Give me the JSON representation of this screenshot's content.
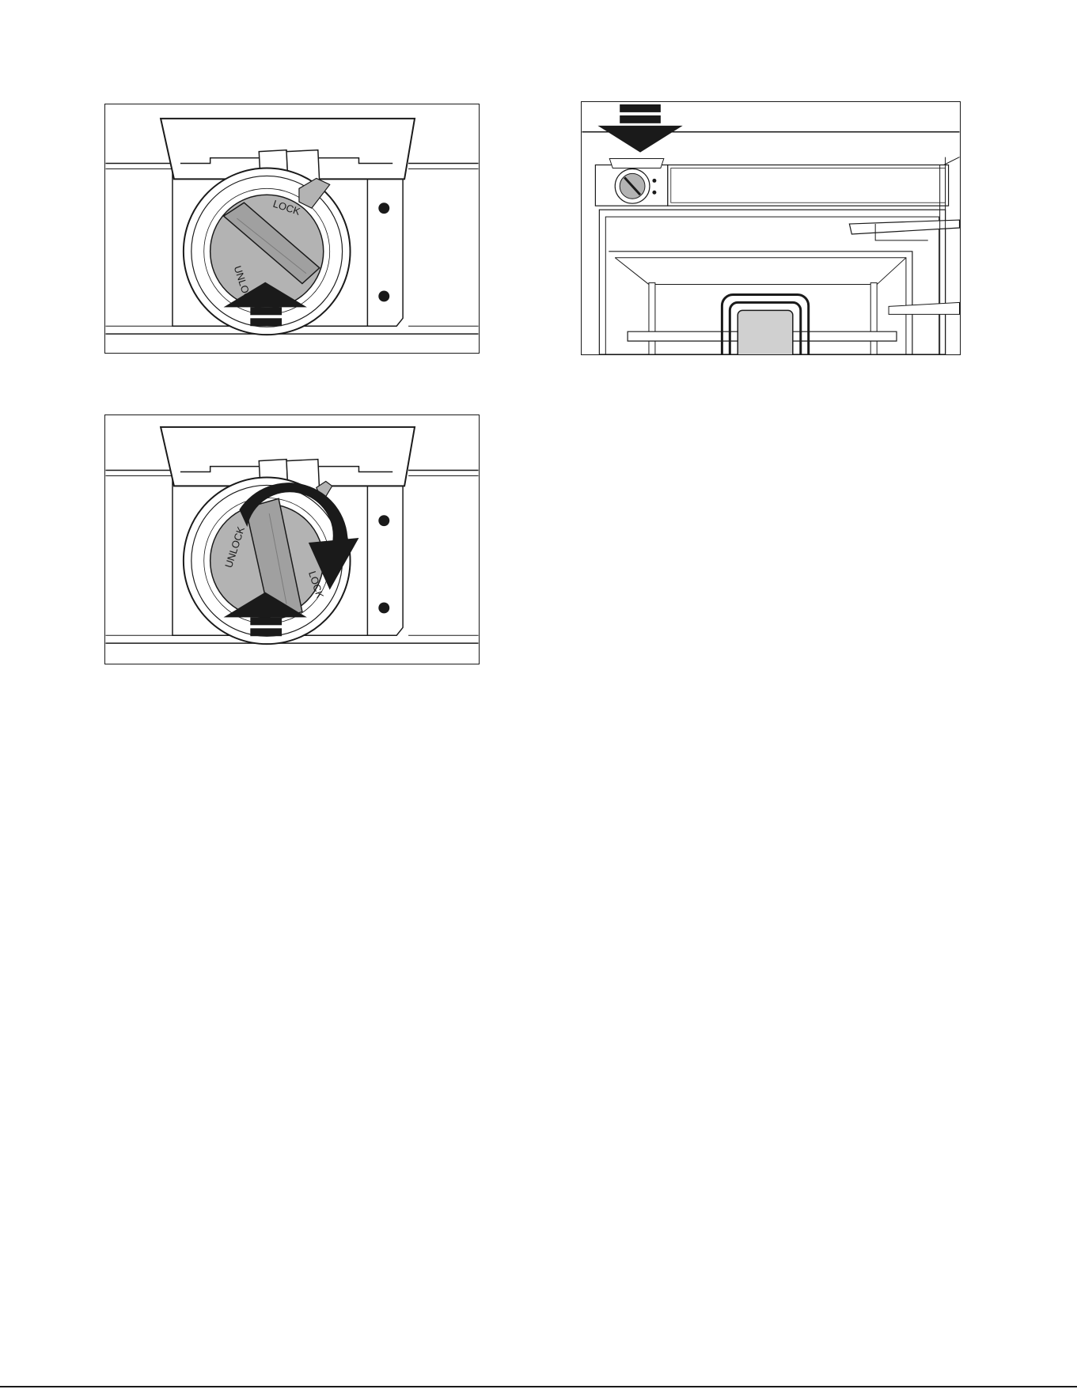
{
  "figures": [
    {
      "id": "fig1",
      "dial_labels": [
        "LOCK",
        "UNLOCK"
      ],
      "icons": [
        "up-arrow-icon"
      ]
    },
    {
      "id": "fig2",
      "dial_labels": [
        "UNLOCK",
        "LOCK"
      ],
      "icons": [
        "up-arrow-icon",
        "clockwise-arrow-icon"
      ]
    },
    {
      "id": "fig3",
      "icons": [
        "down-arrow-icon"
      ]
    }
  ],
  "footer": {
    "text": ""
  },
  "colors": {
    "dial_gray": "#b3b3b3",
    "ink": "#1a1a1a"
  }
}
